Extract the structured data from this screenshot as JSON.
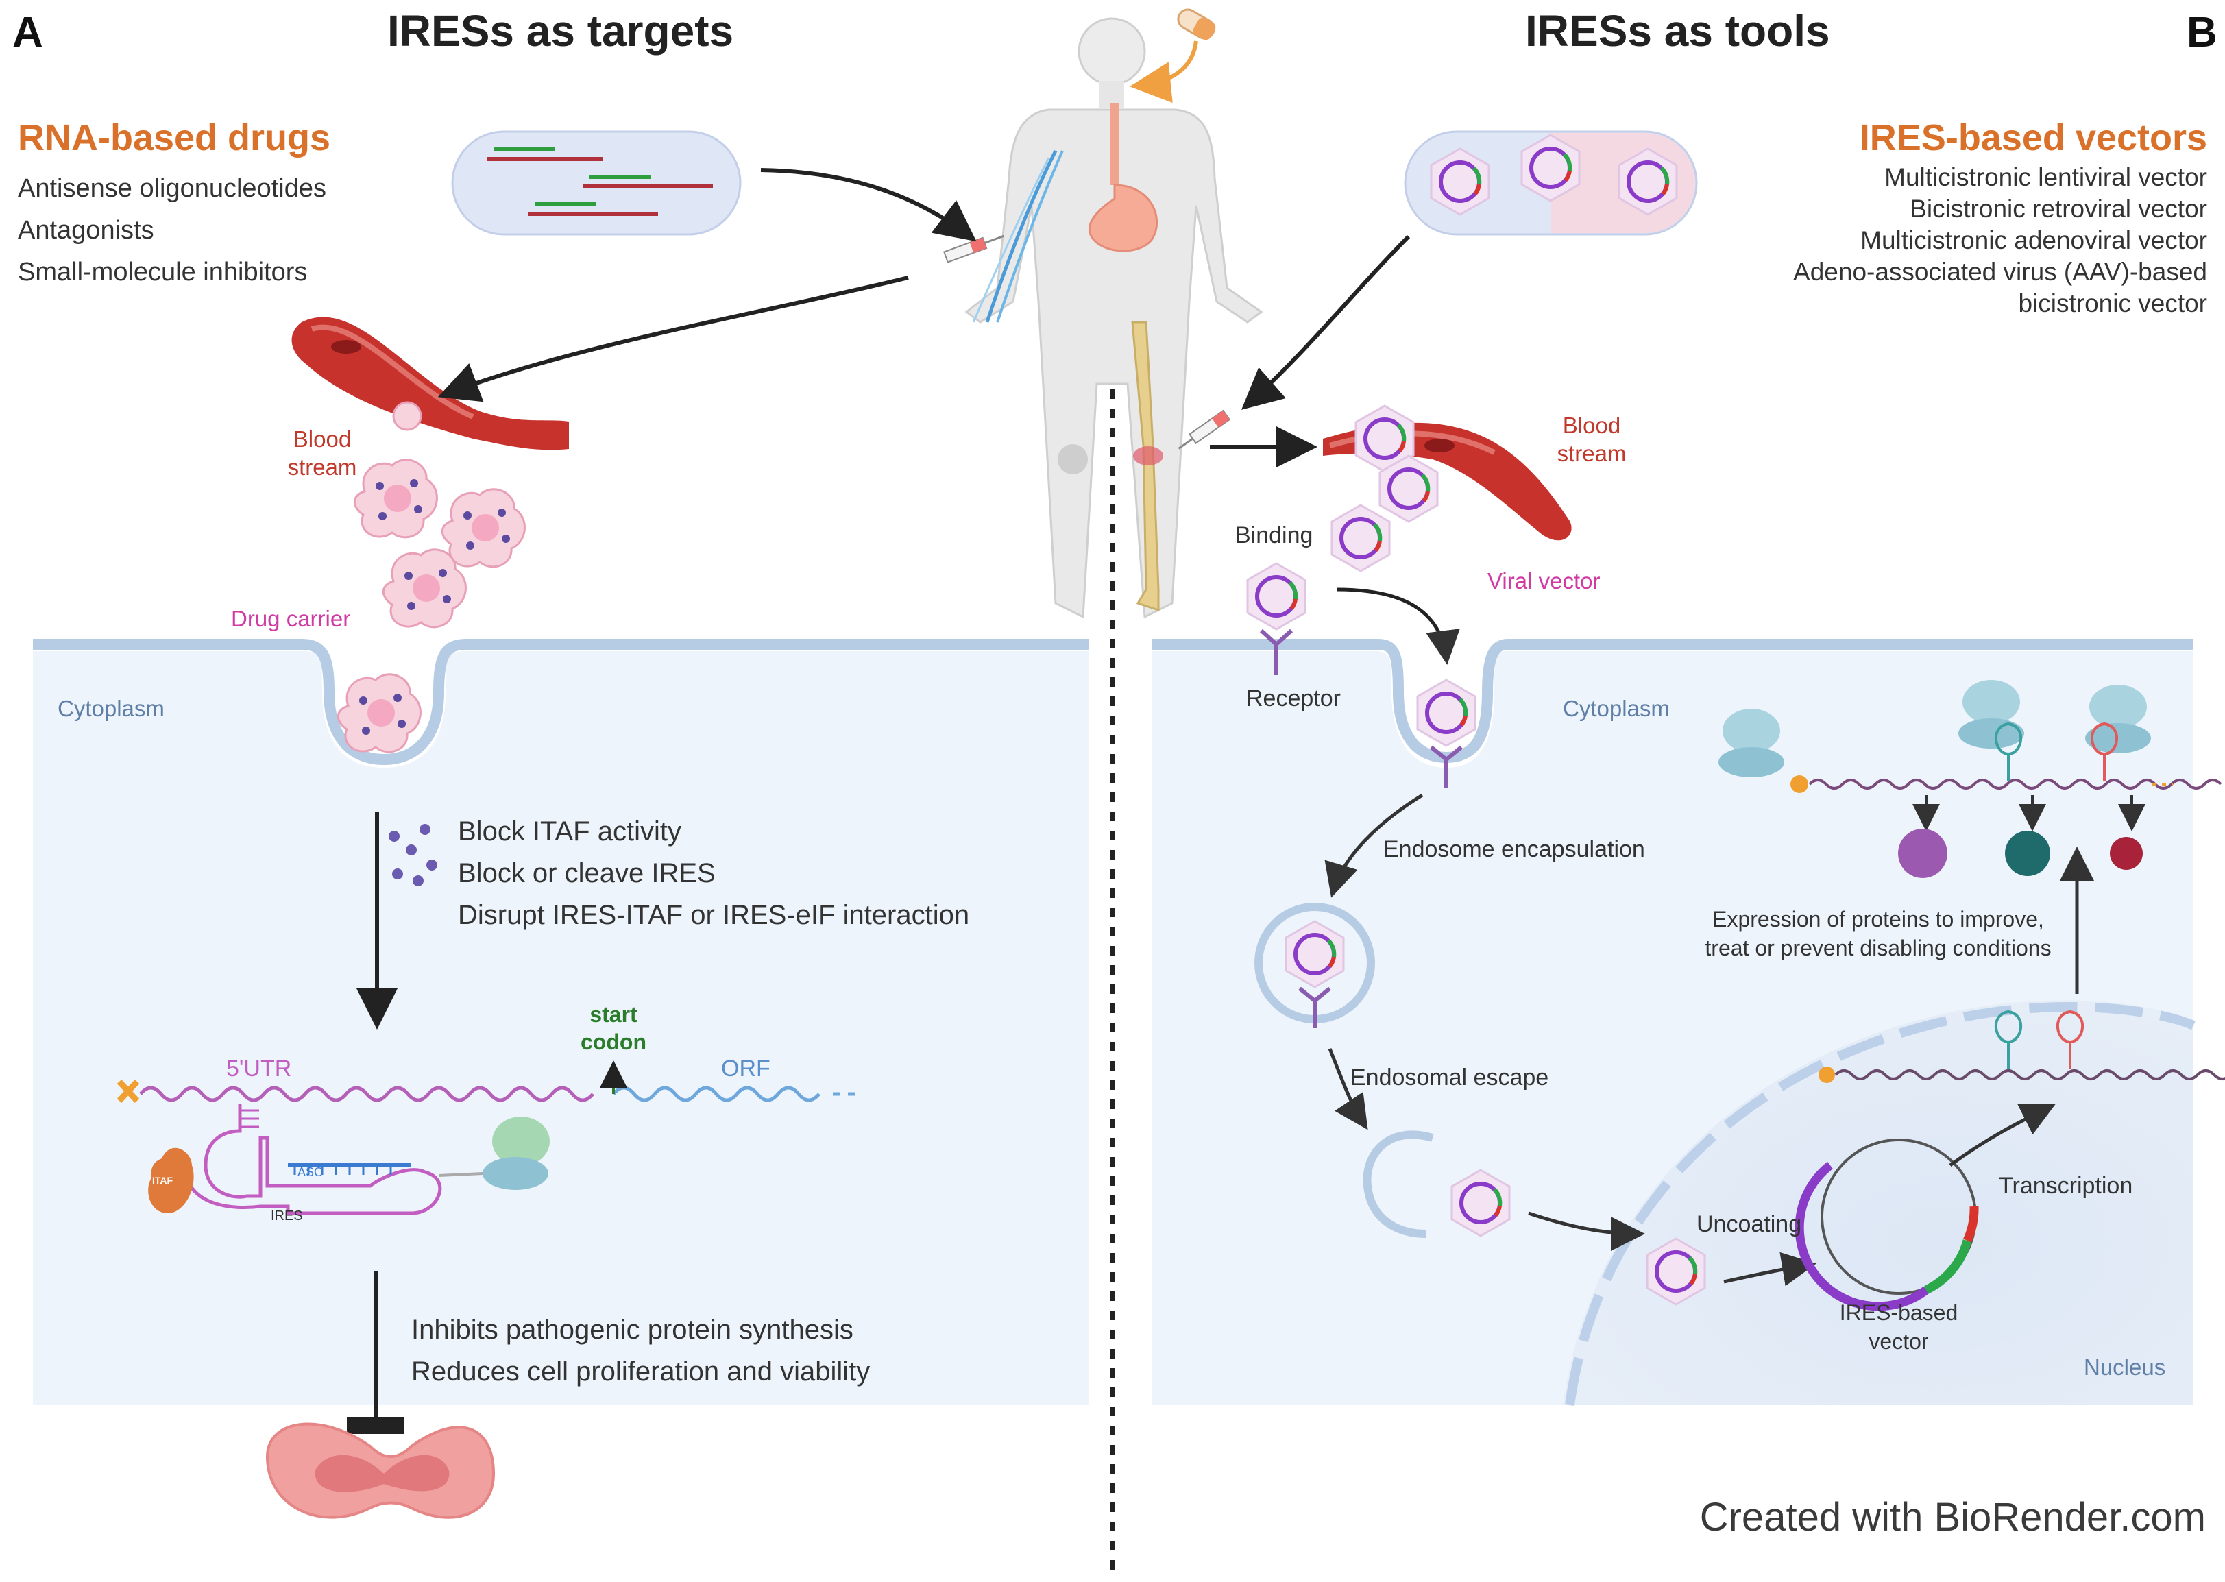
{
  "colors": {
    "cell_bg": "#edf4fb",
    "membrane": "#b5cce4",
    "blood_red": "#c8322d",
    "heading_orange": "#d9712b",
    "carrier_pink": "#f1b8c9",
    "vector_purple": "#8a3cc8",
    "ires_green": "#2aa84a"
  },
  "panel_a": {
    "letter": "A",
    "title": "IRESs as targets",
    "drugs_heading": "RNA-based drugs",
    "drugs": [
      "Antisense oligonucleotides",
      "Antagonists",
      "Small-molecule inhibitors"
    ],
    "blood_stream": [
      "Blood",
      "stream"
    ],
    "drug_carrier": "Drug carrier",
    "cytoplasm": "Cytoplasm",
    "mechanisms": [
      "Block ITAF activity",
      "Block or cleave IRES",
      "Disrupt IRES-ITAF or IRES-eIF interaction"
    ],
    "utr_label": "5'UTR",
    "start_codon": [
      "start",
      "codon"
    ],
    "orf_label": "ORF",
    "itaf_label": "ITAF",
    "aso_label": "ASO",
    "ires_label": "IRES",
    "outcomes": [
      "Inhibits pathogenic protein synthesis",
      "Reduces cell proliferation and viability"
    ]
  },
  "panel_b": {
    "letter": "B",
    "title": "IRESs as tools",
    "vectors_heading": "IRES-based vectors",
    "vectors": [
      "Multicistronic lentiviral vector",
      "Bicistronic retroviral vector",
      "Multicistronic adenoviral vector",
      "Adeno-associated virus (AAV)-based",
      "bicistronic vector"
    ],
    "blood_stream": [
      "Blood",
      "stream"
    ],
    "binding": "Binding",
    "viral_vector": "Viral vector",
    "receptor": "Receptor",
    "cytoplasm": "Cytoplasm",
    "endosome": "Endosome encapsulation",
    "escape": "Endosomal escape",
    "expression": [
      "Expression of proteins to improve,",
      "treat or prevent disabling conditions"
    ],
    "transcription": "Transcription",
    "uncoating": "Uncoating",
    "ires_vector": [
      "IRES-based",
      "vector"
    ],
    "nucleus": "Nucleus"
  },
  "credit": "Created with BioRender.com"
}
